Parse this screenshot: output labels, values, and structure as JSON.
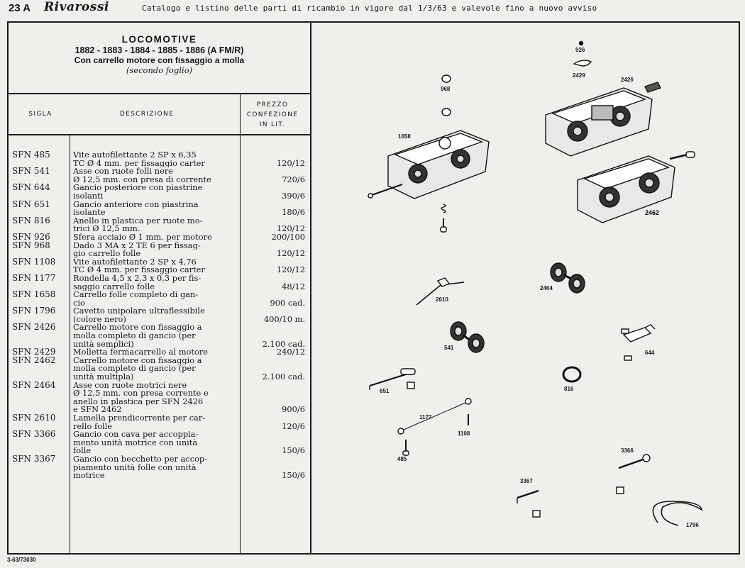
{
  "header": {
    "page_number": "23 A",
    "brand": "Rivarossi",
    "catalog_line": "Catalogo e listino delle parti di ricambio in vigore dal  1/3/63 e valevole fino a nuovo avviso"
  },
  "section": {
    "title": "LOCOMOTIVE",
    "models": "1882 - 1883 - 1884 - 1885 - 1886 (A FM/R)",
    "subtitle": "Con carrello motore con fissaggio a molla",
    "sheet_note": "(secondo foglio)"
  },
  "table": {
    "col_sigla": "SIGLA",
    "col_descrizione": "DESCRIZIONE",
    "col_prezzo": [
      "PREZZO",
      "CONFEZIONE",
      "IN LIT."
    ],
    "rows": [
      {
        "code": "SFN 485",
        "desc": [
          "Vite autofilettante 2 SP x 6,35",
          "TC Ø 4 mm. per fissaggio carter"
        ],
        "price": "120/12"
      },
      {
        "code": "SFN 541",
        "desc": [
          "Asse con ruote folli nere",
          "Ø 12,5 mm. con presa di corrente"
        ],
        "price": "720/6"
      },
      {
        "code": "SFN 644",
        "desc": [
          "Gancio posteriore con piastrine",
          "isolanti"
        ],
        "price": "390/6"
      },
      {
        "code": "SFN 651",
        "desc": [
          "Gancio anteriore con piastrina",
          "isolante"
        ],
        "price": "180/6"
      },
      {
        "code": "SFN 816",
        "desc": [
          "Anello in plastica per ruote mo-",
          "trici Ø 12,5 mm."
        ],
        "price": "120/12"
      },
      {
        "code": "SFN 926",
        "desc": [
          "Sfera acciaio Ø 1 mm. per motore"
        ],
        "price": "200/100"
      },
      {
        "code": "SFN 968",
        "desc": [
          "Dado 3 MA x 2 TE 6 per fissag-",
          "gio carrello folle"
        ],
        "price": "120/12"
      },
      {
        "code": "SFN 1108",
        "desc": [
          "Vite autofilettante 2 SP x 4,76",
          "TC Ø 4 mm. per fissaggio carter"
        ],
        "price": "120/12"
      },
      {
        "code": "SFN 1177",
        "desc": [
          "Rondella 4,5 x 2,3 x 0,3 per fis-",
          "saggio carrello folle"
        ],
        "price": "48/12"
      },
      {
        "code": "SFN 1658",
        "desc": [
          "Carrello folle completo di gan-",
          "cio"
        ],
        "price": "900 cad."
      },
      {
        "code": "SFN 1796",
        "desc": [
          "Cavetto unipolare ultraflessibile",
          "(colore nero)"
        ],
        "price": "400/10 m."
      },
      {
        "code": "SFN 2426",
        "desc": [
          "Carrello motore con fissaggio a",
          "molla completo di gancio (per",
          "unità semplici)"
        ],
        "price": "2.100 cad."
      },
      {
        "code": "SFN 2429",
        "desc": [
          "Molletta fermacarrello al motore"
        ],
        "price": "240/12"
      },
      {
        "code": "SFN 2462",
        "desc": [
          "Carrello motore con fissaggio a",
          "molla completo di gancio (per",
          "unità multipla)"
        ],
        "price": "2.100 cad."
      },
      {
        "code": "SFN 2464",
        "desc": [
          "Asse con ruote motrici nere",
          "Ø 12,5 mm. con presa corrente e",
          "anello in plastica per SFN 2426",
          "e SFN 2462"
        ],
        "price": "900/6"
      },
      {
        "code": "SFN 2610",
        "desc": [
          "Lamella prendicorrente per car-",
          "rello folle"
        ],
        "price": "120/6"
      },
      {
        "code": "SFN 3366",
        "desc": [
          "Gancio con cava per accoppia-",
          "mento unità motrice con unità",
          "folle"
        ],
        "price": "150/6"
      },
      {
        "code": "SFN 3367",
        "desc": [
          "Gancio con becchetto per accop-",
          "piamento unità folle con unità",
          "motrice"
        ],
        "price": "150/6"
      }
    ]
  },
  "drawing_labels": {
    "p926": "926",
    "p2429": "2429",
    "p2426": "2426",
    "p968": "968",
    "p1658": "1658",
    "p2462": "2462",
    "p2464": "2464",
    "p2610": "2610",
    "p541": "541",
    "p644": "644",
    "p816": "816",
    "p651": "651",
    "p1177": "1177",
    "p1108": "1108",
    "p485": "485",
    "p3366": "3366",
    "p3367": "3367",
    "p1796": "1796"
  },
  "footer": {
    "print_code": "3-63/73030"
  }
}
